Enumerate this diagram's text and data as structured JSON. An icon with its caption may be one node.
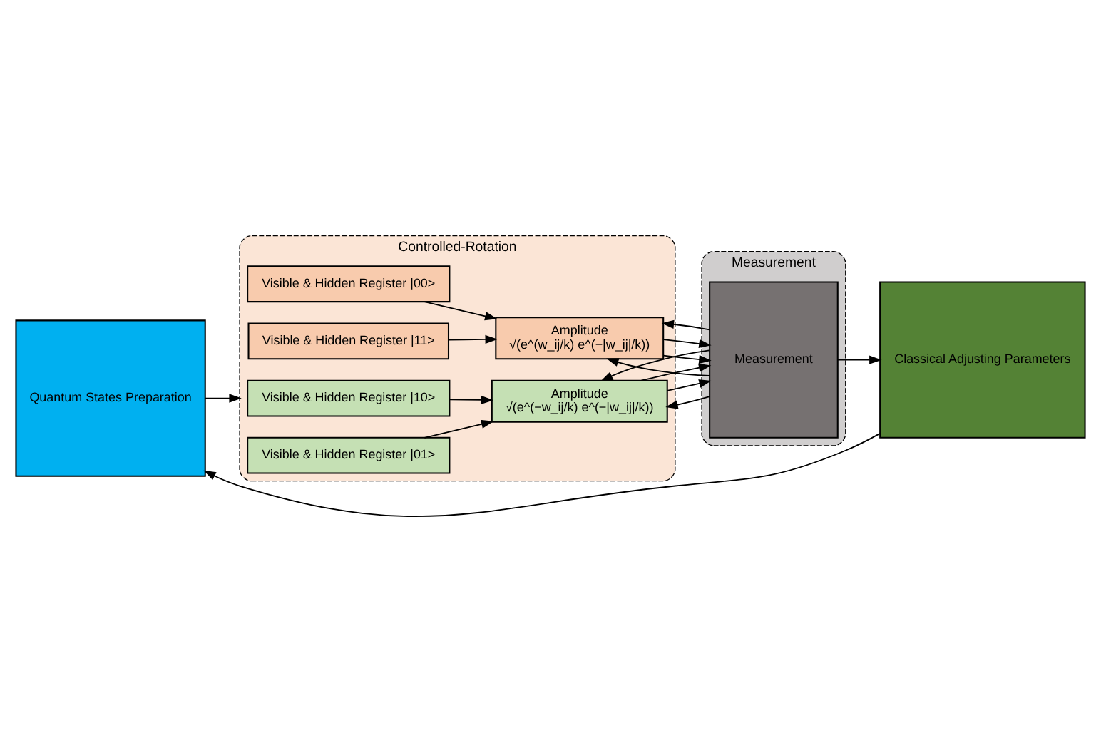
{
  "diagram": {
    "nodes": [
      {
        "text": [
          "Controlled-Rotation"
        ]
      },
      {
        "text": [
          "Visible & Hidden Register |00>"
        ],
        "in": 0
      },
      {
        "text": [
          "Visible & Hidden Register |11>"
        ],
        "in": 0
      },
      {
        "text": [
          "Amplitude",
          "√(e^(w_ij/k) e^(−|w_ij|/k))"
        ],
        "in": 0
      },
      {
        "text": [
          "Visible & Hidden Register |10>"
        ],
        "in": 0
      },
      {
        "text": [
          "Visible & Hidden Register |01>"
        ],
        "in": 0
      },
      {
        "text": [
          "Amplitude",
          "√(e^(−w_ij/k) e^(−|w_ij|/k))"
        ],
        "in": 0
      },
      {
        "text": [
          "Measurement"
        ]
      },
      {
        "text": [
          "Measurement"
        ],
        "in": 7
      },
      {
        "text": [
          "Quantum States Preparation"
        ]
      },
      {
        "text": [
          "Classical Adjusting Parameters"
        ]
      }
    ],
    "edges": [
      {
        "from": 9,
        "to": 0,
        "arrow": "to"
      },
      {
        "from": 1,
        "to": 3,
        "arrow": "to"
      },
      {
        "from": 2,
        "to": 3,
        "arrow": "to"
      },
      {
        "from": 4,
        "to": 6,
        "arrow": "to"
      },
      {
        "from": 5,
        "to": 6,
        "arrow": "to"
      },
      {
        "from": 3,
        "to": 8,
        "arrow": "to"
      },
      {
        "from": 8,
        "to": 3,
        "arrow": "to"
      },
      {
        "from": 3,
        "to": 8,
        "arrow": "to"
      },
      {
        "from": 8,
        "to": 3,
        "arrow": "to"
      },
      {
        "from": 6,
        "to": 8,
        "arrow": "to"
      },
      {
        "from": 8,
        "to": 6,
        "arrow": "to"
      },
      {
        "from": 6,
        "to": 8,
        "arrow": "to"
      },
      {
        "from": 8,
        "to": 6,
        "arrow": "to"
      },
      {
        "from": 8,
        "to": 10,
        "arrow": "to"
      },
      {
        "from": 10,
        "to": 9,
        "arrow": "to"
      }
    ]
  }
}
